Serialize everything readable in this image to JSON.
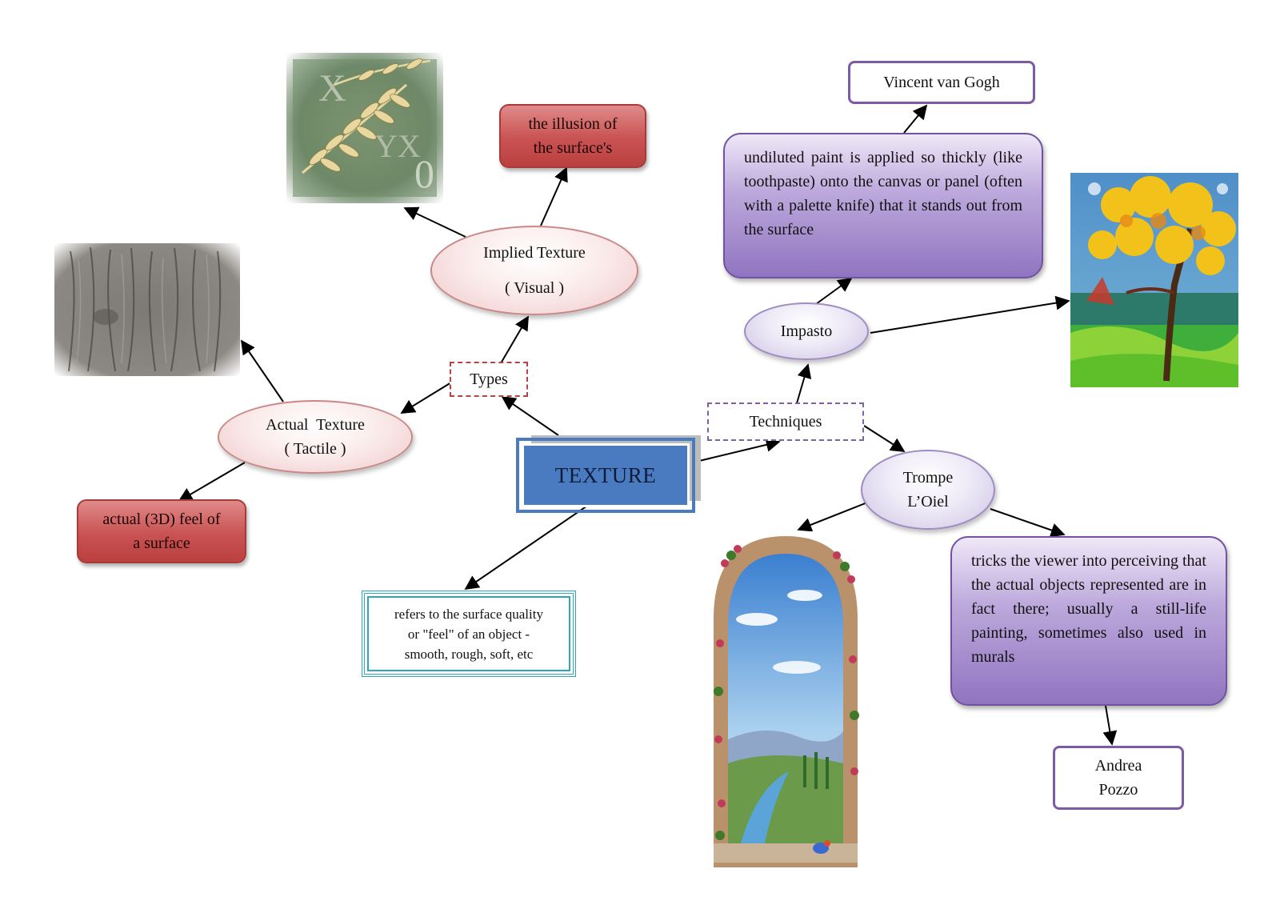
{
  "center": {
    "label": "TEXTURE"
  },
  "definition": {
    "lines": [
      "refers to the surface quality",
      "or \"feel\" of an object -",
      "smooth, rough, soft, etc"
    ]
  },
  "types": {
    "label": "Types",
    "implied": {
      "line1": "Implied Texture",
      "line2": "( Visual )"
    },
    "illusion": {
      "line1": "the illusion of",
      "line2": "the surface's"
    },
    "actual": {
      "line1": "Actual  Texture",
      "line2": "( Tactile )"
    },
    "feel3d": {
      "line1": "actual (3D) feel of",
      "line2": "a surface"
    }
  },
  "techniques": {
    "label": "Techniques",
    "impasto": {
      "label": "Impasto",
      "description": "undiluted paint is applied so thickly (like toothpaste) onto the canvas or panel (often with a palette knife) that it stands out from the surface",
      "artist": "Vincent van Gogh"
    },
    "trompe": {
      "line1": "Trompe",
      "line2": "L’Oiel",
      "description": "tricks the viewer into perceiving that the actual objects represented are in fact there; usually a still-life painting, sometimes also used in murals",
      "artist_line1": "Andrea",
      "artist_line2": "Pozzo"
    }
  },
  "images": {
    "implied": "leaf-pattern-texture-image",
    "actual": "tree-bark-image",
    "impasto": "impasto-tree-painting-image",
    "trompe": "trompe-loeil-window-mural-image"
  },
  "colors": {
    "center": "#4a7ac0",
    "definition_border": "#2ea7bd",
    "types_accent": "#b54444",
    "techniques_accent": "#7c62a6",
    "red_box": "#c95252",
    "purple_box": "#9074c0"
  }
}
